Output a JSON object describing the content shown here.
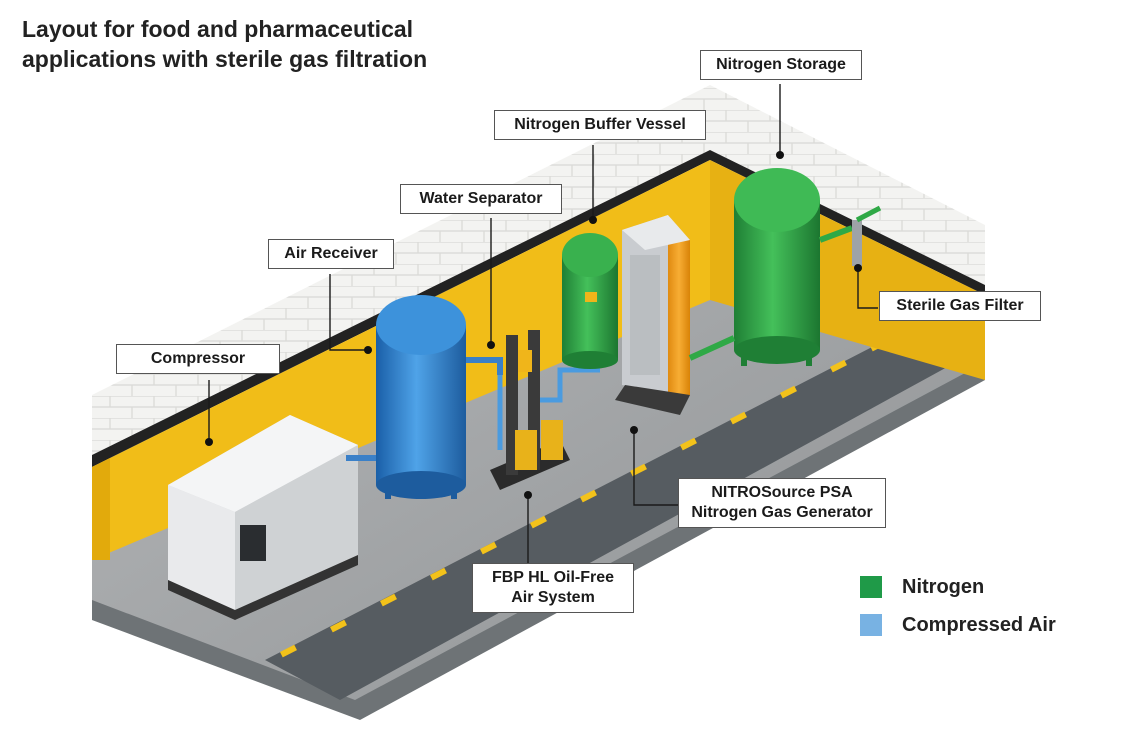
{
  "title": {
    "line1": "Layout for food and pharmaceutical",
    "line2": "applications with sterile gas filtration"
  },
  "callouts": {
    "nitrogen_storage": "Nitrogen Storage",
    "nitrogen_buffer_vessel": "Nitrogen Buffer Vessel",
    "water_separator": "Water Separator",
    "air_receiver": "Air Receiver",
    "compressor": "Compressor",
    "sterile_gas_filter": "Sterile Gas Filter",
    "nitrosource_line1": "NITROSource PSA",
    "nitrosource_line2": "Nitrogen Gas Generator",
    "fbp_line1": "FBP HL Oil-Free",
    "fbp_line2": "Air System"
  },
  "legend": [
    {
      "label": "Nitrogen",
      "color": "#1f9a48"
    },
    {
      "label": "Compressed Air",
      "color": "#78b2e3"
    }
  ],
  "colors": {
    "wall_yellow": "#f1bd18",
    "brick_white": "#f2f2f0",
    "floor_grey": "#9b9d9f",
    "road_dark": "#545a5f",
    "tank_blue": "#2f86cf",
    "tank_green": "#2faa45",
    "generator_orange": "#f09a1c"
  }
}
